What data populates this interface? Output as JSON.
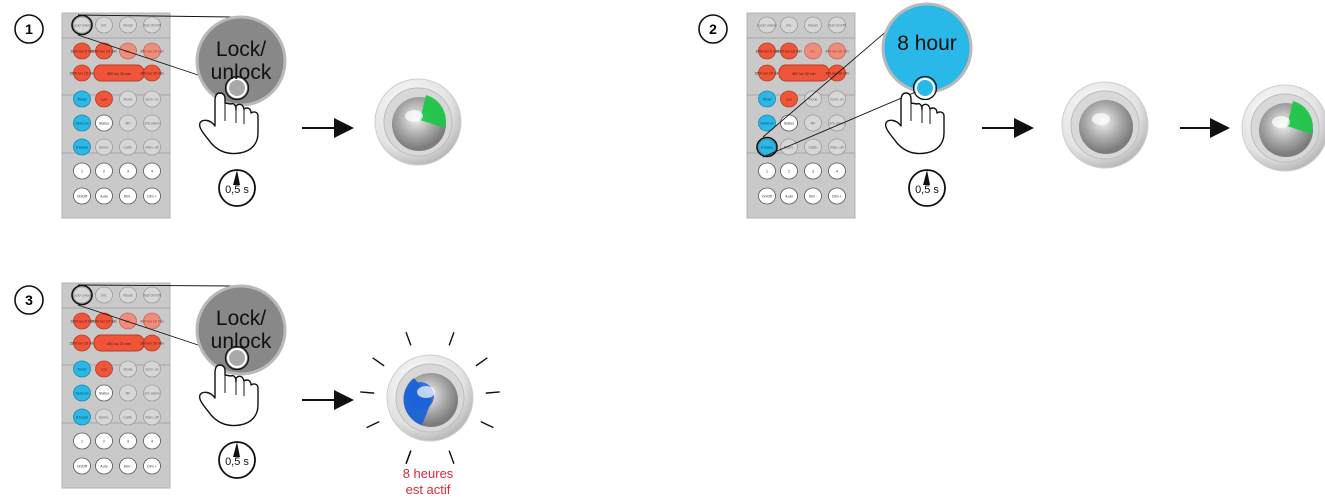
{
  "steps": [
    {
      "number": "1",
      "bubble_line1": "Lock/",
      "bubble_line2": "unlock",
      "timer": "0,5 s"
    },
    {
      "number": "2",
      "bubble_line1": "8 hour",
      "bubble_line2": "",
      "timer": "0,5 s"
    },
    {
      "number": "3",
      "bubble_line1": "Lock/",
      "bubble_line2": "unlock",
      "timer": "0,5 s",
      "caption_line1": "8 heures",
      "caption_line2": "est actif"
    }
  ],
  "remote": {
    "rows": [
      [
        "Lock/ unlock",
        "Init.",
        "Reset",
        "Test On/Off"
      ],
      [
        "1000 lux 5 min",
        "2000 lux 10 min",
        "Ex.",
        "400 lux 10 min"
      ],
      [
        "1500 lux 15 min",
        "800 lux 30 min",
        "",
        "200 lux 30 min"
      ],
      [
        "Timer",
        "Lux",
        "Mode",
        "Sem. on"
      ],
      [
        "Semi on",
        "Status",
        "RF",
        "Z/S alarm"
      ],
      [
        "8 hours",
        "Demo.",
        "Calib.",
        "Man. off"
      ],
      [
        "1",
        "2",
        "3",
        "4"
      ],
      [
        "On/Off",
        "Auto",
        "Dim -",
        "Dim +"
      ]
    ]
  },
  "colors": {
    "accent_blue": "#29b8e8",
    "accent_red": "#f0553a",
    "caption_red": "#d6293a",
    "sensor_green": "#1fc64a",
    "sensor_blue": "#1a63d6",
    "remote_body": "#c9c9c9"
  }
}
